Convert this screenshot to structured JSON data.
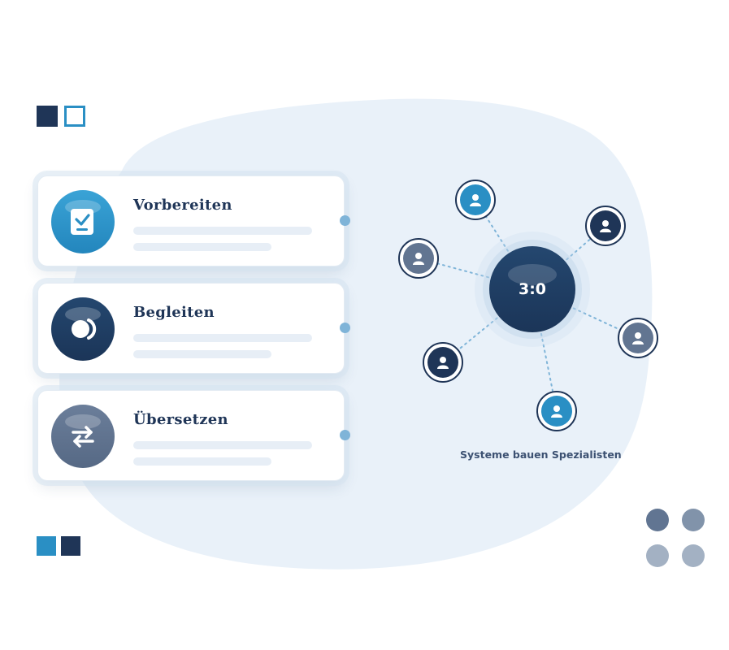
{
  "colors": {
    "navy": "#1f3557",
    "blue": "#2a8fc4",
    "slate": "#627591",
    "blob": "#e9f1f9",
    "dot_dark": "#617592",
    "dot_mid": "#8193aa",
    "dot_light": "#a3b1c3"
  },
  "cards": [
    {
      "title": "Vorbereiten",
      "icon": "clipboard-check-icon"
    },
    {
      "title": "Begleiten",
      "icon": "half-moon-icon"
    },
    {
      "title": "Übersetzen",
      "icon": "swap-arrows-icon"
    }
  ],
  "network": {
    "center_label": "3:0",
    "node_icon": "person-icon",
    "caption": "Systeme bauen Spezialisten"
  }
}
